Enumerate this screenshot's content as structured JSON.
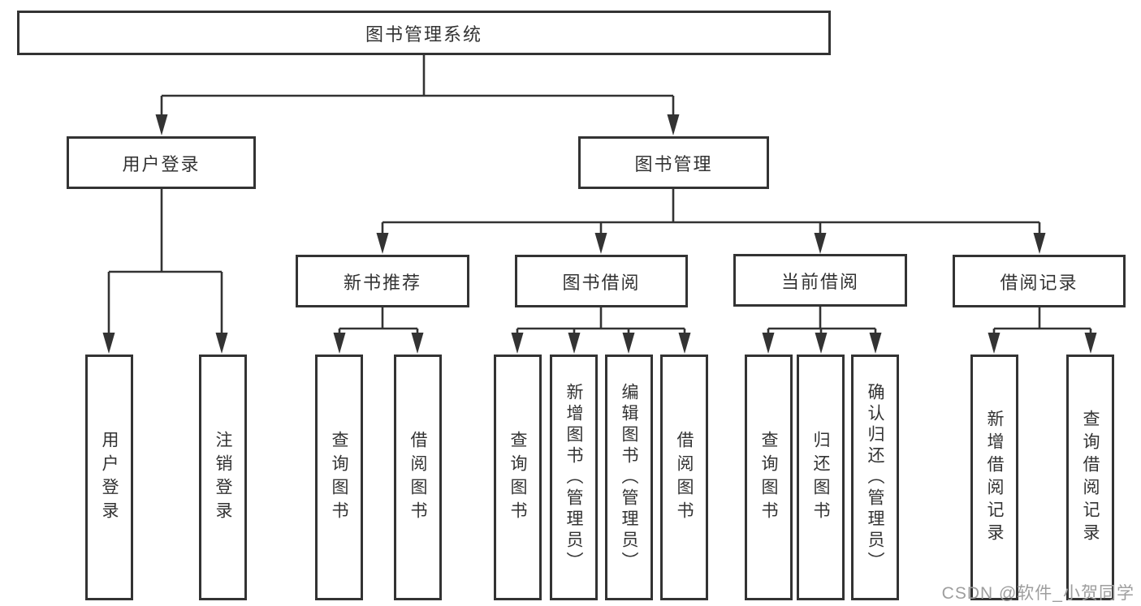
{
  "diagram": {
    "root": {
      "label": "图书管理系统"
    },
    "level2": [
      {
        "label": "用户登录"
      },
      {
        "label": "图书管理"
      }
    ],
    "level3": [
      {
        "label": "新书推荐"
      },
      {
        "label": "图书借阅"
      },
      {
        "label": "当前借阅"
      },
      {
        "label": "借阅记录"
      }
    ],
    "leaves": {
      "user_login": [
        "用户登录",
        "注销登录"
      ],
      "new_book_recommend": [
        "查询图书",
        "借阅图书"
      ],
      "book_borrow": [
        "查询图书",
        "新增图书（管理员）",
        "编辑图书（管理员）",
        "借阅图书"
      ],
      "current_borrow": [
        "查询图书",
        "归还图书",
        "确认归还（管理员）"
      ],
      "borrow_records": [
        "新增借阅记录",
        "查询借阅记录"
      ]
    }
  },
  "watermark": {
    "text": "CSDN @软件_小贺同学"
  },
  "colors": {
    "line": "#333333",
    "box_border": "#333333",
    "text": "#333333",
    "background": "#ffffff",
    "watermark": "#9e9e9e"
  }
}
